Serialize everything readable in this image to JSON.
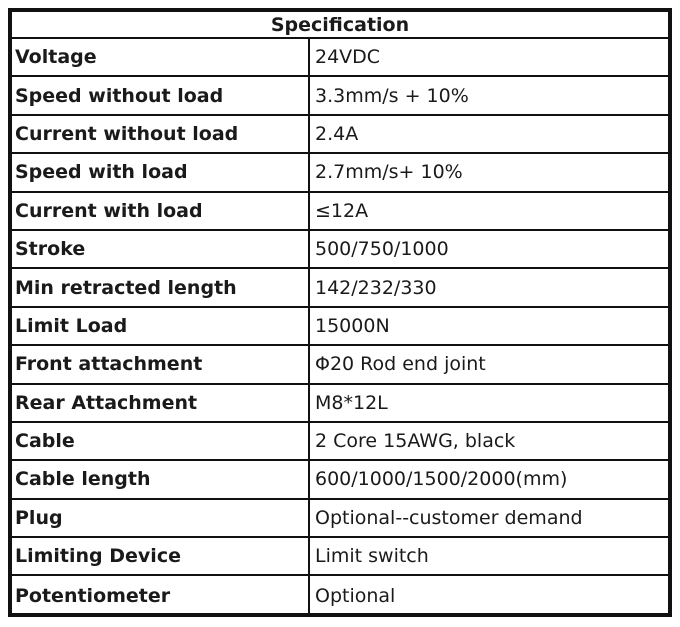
{
  "table": {
    "title": "Specification",
    "rows": [
      {
        "label": "Voltage",
        "value": "24VDC"
      },
      {
        "label": "Speed without load",
        "value": "3.3mm/s + 10%"
      },
      {
        "label": "Current without load",
        "value": "2.4A"
      },
      {
        "label": "Speed with load",
        "value": "2.7mm/s+ 10%"
      },
      {
        "label": "Current with load",
        "value": "≤12A"
      },
      {
        "label": "Stroke",
        "value": "500/750/1000"
      },
      {
        "label": "Min retracted length",
        "value": "142/232/330"
      },
      {
        "label": "Limit Load",
        "value": "15000N"
      },
      {
        "label": "Front attachment",
        "value": "Φ20 Rod end joint"
      },
      {
        "label": "Rear Attachment",
        "value": "M8*12L"
      },
      {
        "label": "Cable",
        "value": "2 Core 15AWG, black"
      },
      {
        "label": "Cable length",
        "value": "600/1000/1500/2000(mm)"
      },
      {
        "label": "Plug",
        "value": "Optional--customer demand"
      },
      {
        "label": "Limiting Device",
        "value": "Limit switch"
      },
      {
        "label": "Potentiometer",
        "value": "Optional"
      }
    ]
  }
}
